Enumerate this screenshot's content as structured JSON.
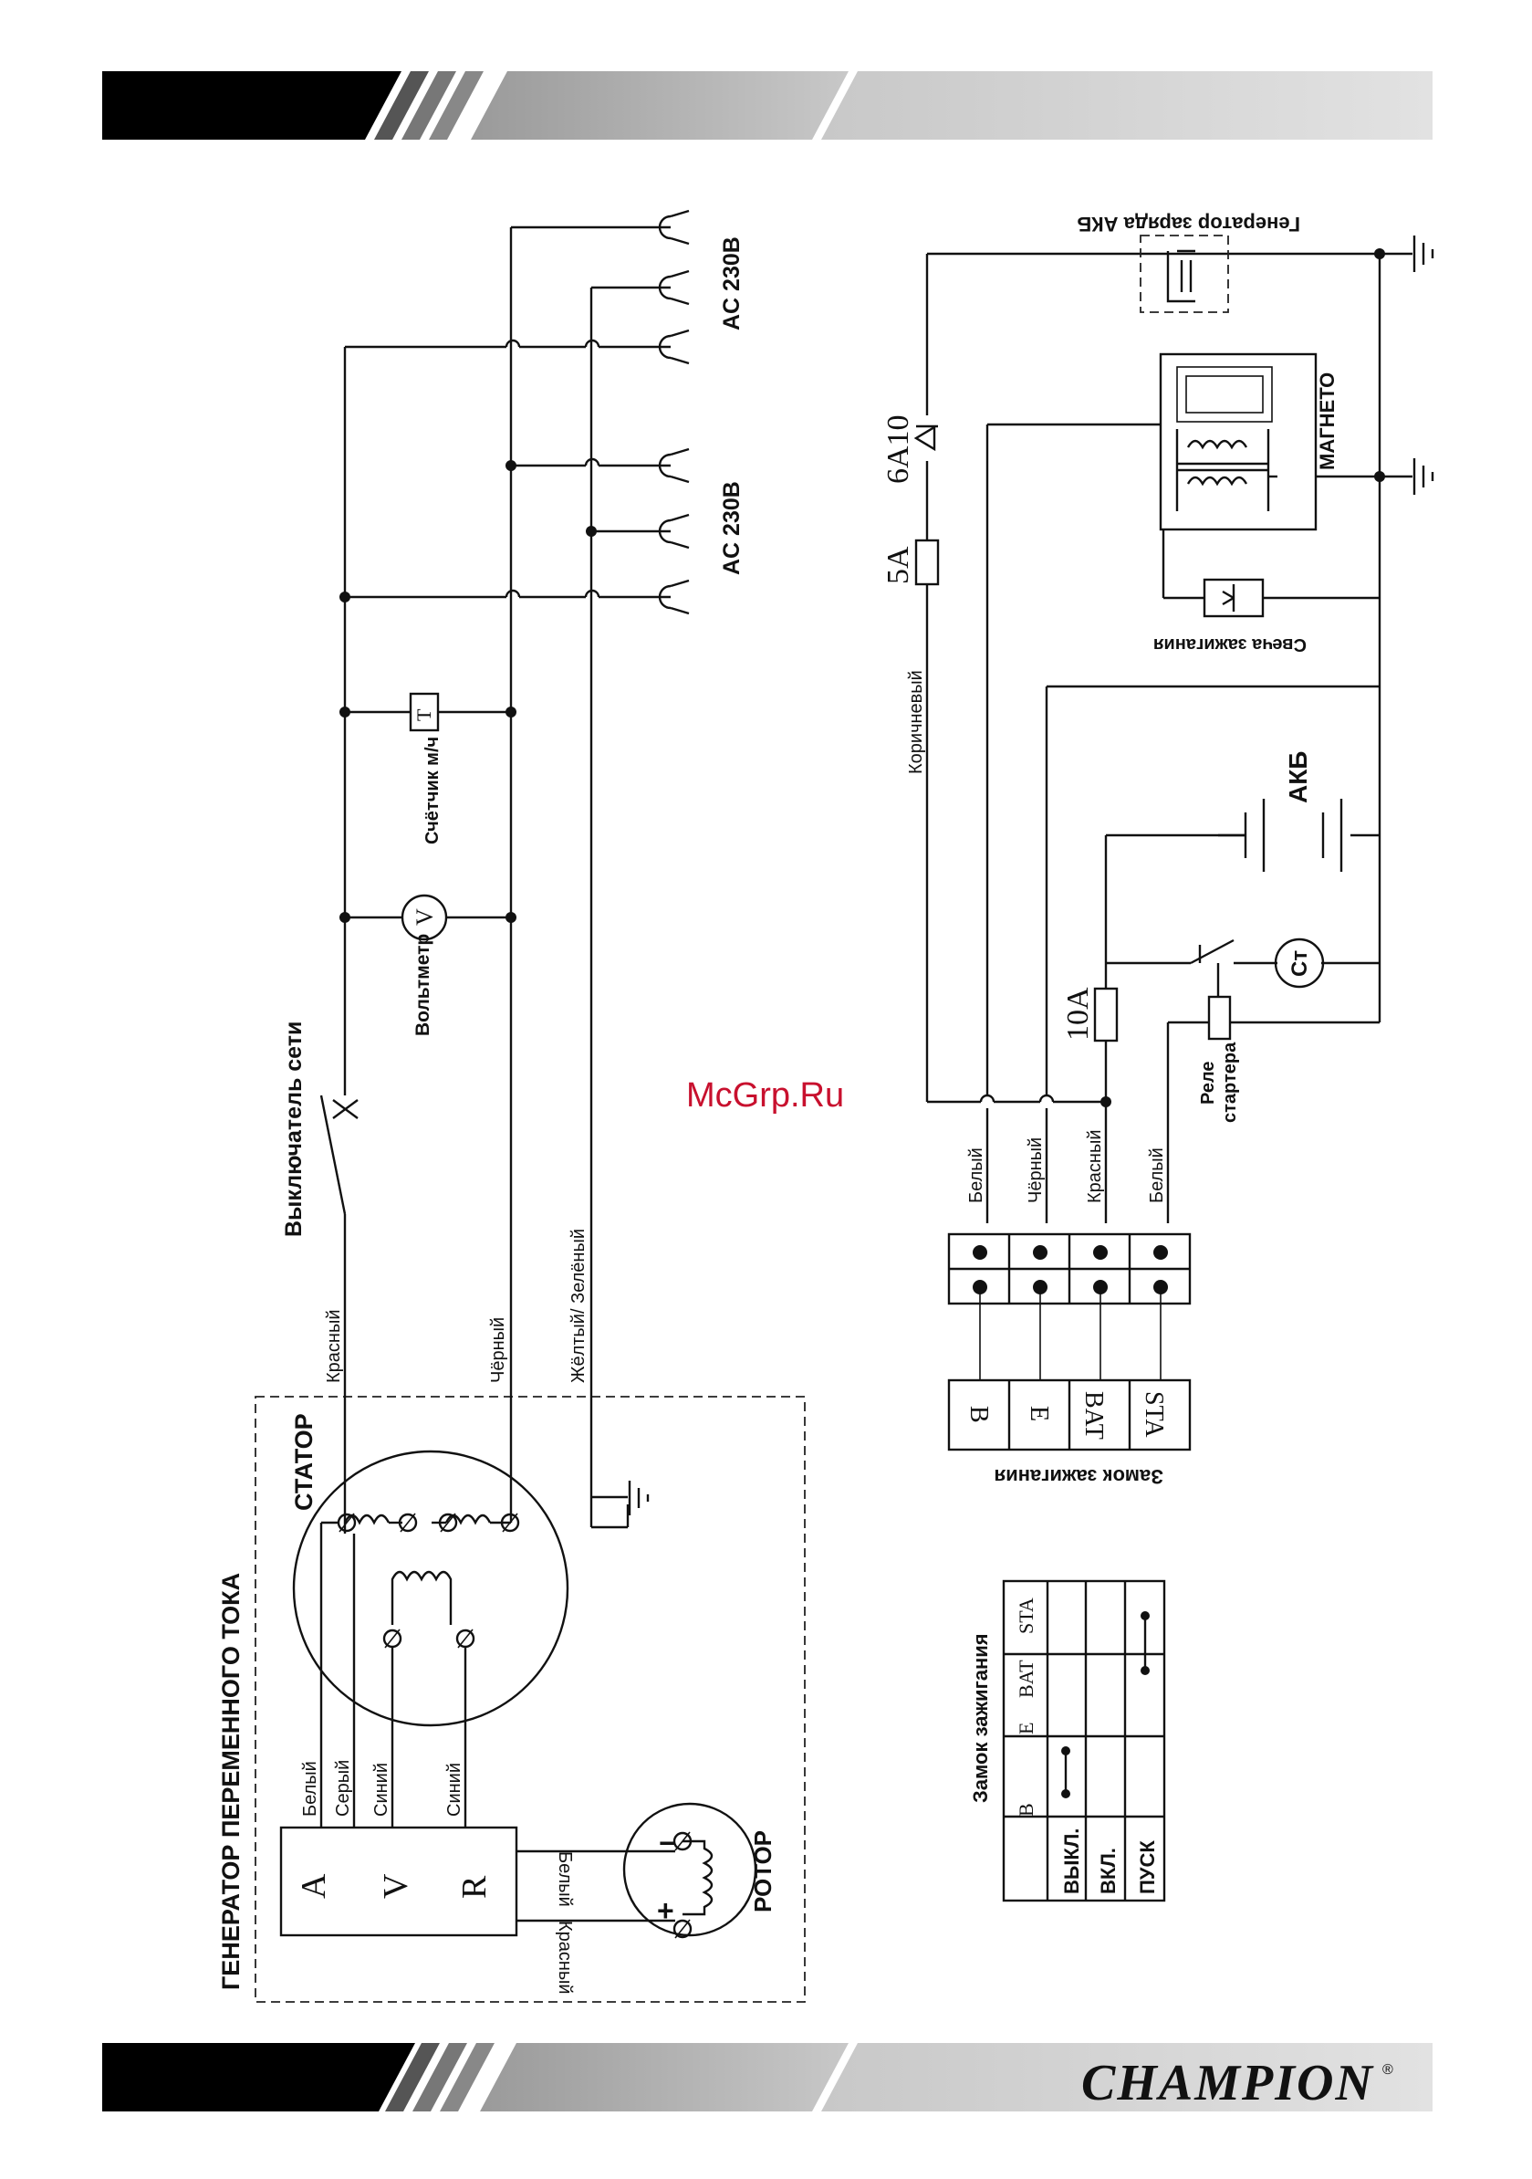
{
  "watermark": "McGrp.Ru",
  "brand": {
    "name": "CHAMPION",
    "reg": "®"
  },
  "ac_generator": {
    "title": "ГЕНЕРАТОР ПЕРЕМЕННОГО ТОКА",
    "stator": "СТАТОР",
    "rotor": "РОТОР",
    "avr": [
      "A",
      "V",
      "R"
    ],
    "rotor_plus": "+",
    "rotor_minus": "−"
  },
  "wire_labels": {
    "white": "Белый",
    "gray": "Серый",
    "blue_1": "Синий",
    "blue_2": "Синий",
    "red": "Красный",
    "black": "Чёрный",
    "yellow_green": "Жёлтый/ Зелёный",
    "rotor_white": "Белый",
    "rotor_red": "Красный",
    "brown": "Коричневый",
    "sw_white": "Белый",
    "sw_black": "Чёрный",
    "sw_red": "Красный",
    "sw_white_2": "Белый"
  },
  "components": {
    "mains_switch": "Выключатель сети",
    "voltmeter": "Вольтметр",
    "voltmeter_symbol": "V",
    "hour_meter": "Счётчик м/ч",
    "hour_meter_symbol": "T",
    "outlet_1": "AC 230В",
    "outlet_2": "AC 230В",
    "fuse_5a": "5A",
    "diode": "6A10",
    "fuse_10a": "10A",
    "magneto": "МАГНЕТО",
    "spark_plug": "Свеча зажигания",
    "charge_gen": "Генератор заряда АКБ",
    "battery": "АКБ",
    "starter": "Ст",
    "starter_relay_1": "Реле",
    "starter_relay_2": "стартера"
  },
  "ignition_switch": {
    "title": "Замок зажигания",
    "terminals": [
      "B",
      "E",
      "BAT",
      "STA"
    ]
  },
  "ignition_table": {
    "title": "Замок зажигания",
    "columns": [
      "B",
      "E",
      "BAT",
      "STA"
    ],
    "rows": [
      "ВЫКЛ.",
      "ВКЛ.",
      "ПУСК"
    ],
    "connections": [
      {
        "row": "ВЫКЛ.",
        "link": [
          "B",
          "E"
        ]
      },
      {
        "row": "ПУСК",
        "link": [
          "BAT",
          "STA"
        ]
      }
    ]
  }
}
